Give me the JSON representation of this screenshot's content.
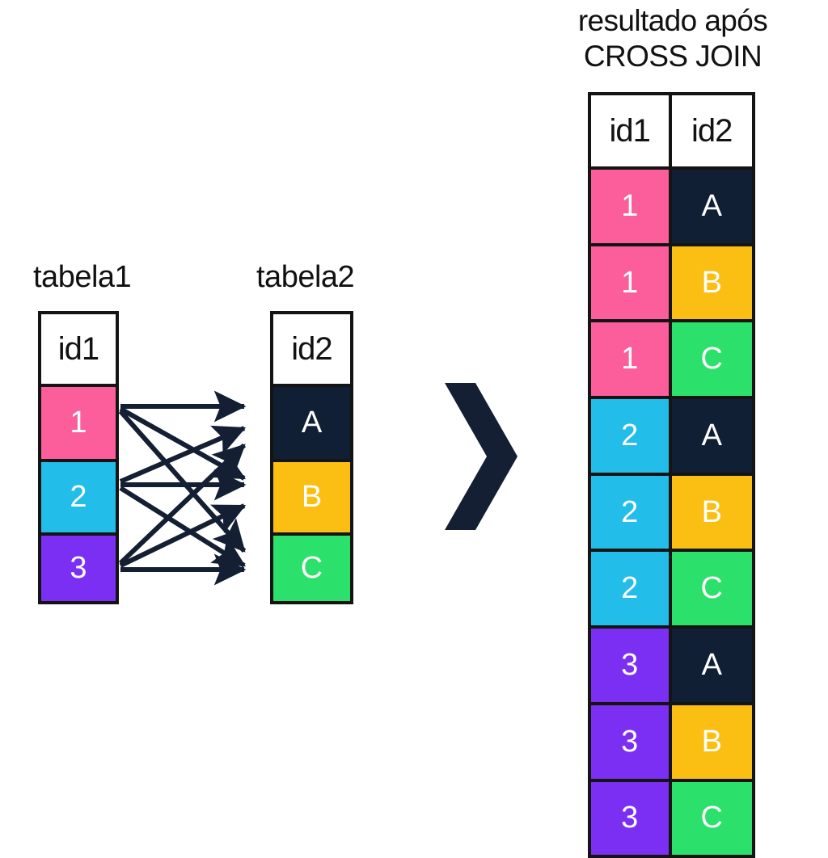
{
  "colors": {
    "ink": "#141f33",
    "border": "#141414",
    "white": "#ffffff",
    "pink": "#fb5e9a",
    "cyan": "#22bde9",
    "purple": "#7b2ff2",
    "navy": "#101f33",
    "amber": "#fbbe13",
    "green": "#2be06b"
  },
  "source": {
    "table1": {
      "label": "tabela1",
      "header": "id1",
      "rows": [
        {
          "value": "1",
          "color": "#fb5e9a"
        },
        {
          "value": "2",
          "color": "#22bde9"
        },
        {
          "value": "3",
          "color": "#7b2ff2"
        }
      ]
    },
    "table2": {
      "label": "tabela2",
      "header": "id2",
      "rows": [
        {
          "value": "A",
          "color": "#101f33"
        },
        {
          "value": "B",
          "color": "#fbbe13"
        },
        {
          "value": "C",
          "color": "#2be06b"
        }
      ]
    }
  },
  "connector": {
    "icon": "chevron-right-icon",
    "color": "#141f33",
    "count": 9
  },
  "result": {
    "title_line1": "resultado após",
    "title_line2": "CROSS JOIN",
    "headers": [
      "id1",
      "id2"
    ],
    "rows": [
      {
        "id1": "1",
        "id1_color": "#fb5e9a",
        "id2": "A",
        "id2_color": "#101f33"
      },
      {
        "id1": "1",
        "id1_color": "#fb5e9a",
        "id2": "B",
        "id2_color": "#fbbe13"
      },
      {
        "id1": "1",
        "id1_color": "#fb5e9a",
        "id2": "C",
        "id2_color": "#2be06b"
      },
      {
        "id1": "2",
        "id1_color": "#22bde9",
        "id2": "A",
        "id2_color": "#101f33"
      },
      {
        "id1": "2",
        "id1_color": "#22bde9",
        "id2": "B",
        "id2_color": "#fbbe13"
      },
      {
        "id1": "2",
        "id1_color": "#22bde9",
        "id2": "C",
        "id2_color": "#2be06b"
      },
      {
        "id1": "3",
        "id1_color": "#7b2ff2",
        "id2": "A",
        "id2_color": "#101f33"
      },
      {
        "id1": "3",
        "id1_color": "#7b2ff2",
        "id2": "B",
        "id2_color": "#fbbe13"
      },
      {
        "id1": "3",
        "id1_color": "#7b2ff2",
        "id2": "C",
        "id2_color": "#2be06b"
      }
    ]
  }
}
